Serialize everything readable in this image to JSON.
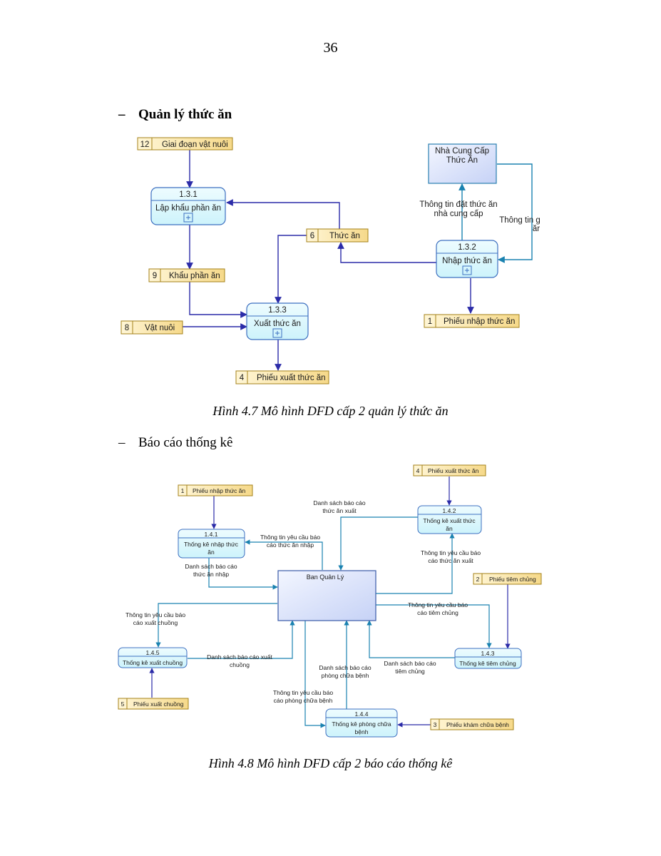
{
  "page_number": "36",
  "section1": {
    "bullet": "–",
    "heading": "Quản lý thức ăn",
    "caption": "Hình 4.7  Mô hình DFD cấp 2 quản lý thức ăn",
    "processes": [
      {
        "id": "1.3.1",
        "label": "Lập khẩu phần ăn"
      },
      {
        "id": "1.3.2",
        "label": "Nhập thức ăn"
      },
      {
        "id": "1.3.3",
        "label": "Xuất thức ăn"
      }
    ],
    "stores": [
      {
        "num": "12",
        "label": "Giai đoạn vật nuôi"
      },
      {
        "num": "6",
        "label": "Thức ăn"
      },
      {
        "num": "9",
        "label": "Khẩu phần ăn"
      },
      {
        "num": "8",
        "label": "Vật nuôi"
      },
      {
        "num": "1",
        "label": "Phiếu nhập thức ăn"
      },
      {
        "num": "4",
        "label": "Phiếu xuất thức ăn"
      }
    ],
    "entity": {
      "line1": "Nhà Cung Cấp",
      "line2": "Thức Ăn"
    },
    "flows": {
      "order_line1": "Thông tin đặt thức ăn",
      "order_line2": "nhà cung cấp",
      "cut_line1": "Thông tin g",
      "cut_line2": "ăr"
    }
  },
  "section2": {
    "bullet": "–",
    "heading": "Báo cáo thống kê",
    "caption": "Hình 4.8  Mô hình DFD cấp 2 báo cáo thống kê",
    "entity": "Ban Quản Lý",
    "processes": [
      {
        "id": "1.4.1",
        "line1": "Thống kê nhập thức",
        "line2": "ăn"
      },
      {
        "id": "1.4.2",
        "line1": "Thống kê xuất thức",
        "line2": "ăn"
      },
      {
        "id": "1.4.3",
        "line1": "Thống kê tiêm chủng",
        "line2": ""
      },
      {
        "id": "1.4.4",
        "line1": "Thống kê phòng chữa",
        "line2": "bệnh"
      },
      {
        "id": "1.4.5",
        "line1": "Thống kê xuất chuồng",
        "line2": ""
      }
    ],
    "stores": [
      {
        "num": "1",
        "label": "Phiếu nhập thức ăn"
      },
      {
        "num": "4",
        "label": "Phiếu xuất thức ăn"
      },
      {
        "num": "2",
        "label": "Phiếu tiêm chủng"
      },
      {
        "num": "5",
        "label": "Phiếu xuất chuồng"
      },
      {
        "num": "3",
        "label": "Phiếu khám chữa bệnh"
      }
    ],
    "flows": {
      "ds_xuat_l1": "Danh sách báo cáo",
      "ds_xuat_l2": "thức ăn xuất",
      "tt_nhap_l1": "Thông tin yêu cầu báo",
      "tt_nhap_l2": "cáo thức ăn nhập",
      "ds_nhap_l1": "Danh sách báo cáo",
      "ds_nhap_l2": "thức ăn nhập",
      "tt_xuat_l1": "Thông tin yêu cầu báo",
      "tt_xuat_l2": "cáo thức ăn xuất",
      "tt_tiem_l1": "Thông tin yêu cầu báo",
      "tt_tiem_l2": "cáo tiêm chủng",
      "tt_chuong_l1": "Thông tin yêu cầu báo",
      "tt_chuong_l2": "cáo xuất chuồng",
      "ds_chuong_l1": "Danh sách báo cáo xuất",
      "ds_chuong_l2": "chuồng",
      "ds_phong_l1": "Danh sách báo cáo",
      "ds_phong_l2": "phòng chữa bệnh",
      "ds_tiem_l1": "Danh sách báo cáo",
      "ds_tiem_l2": "tiêm chủng",
      "tt_phong_l1": "Thông tin yêu cầu báo",
      "tt_phong_l2": "cáo phòng chữa bệnh"
    }
  }
}
